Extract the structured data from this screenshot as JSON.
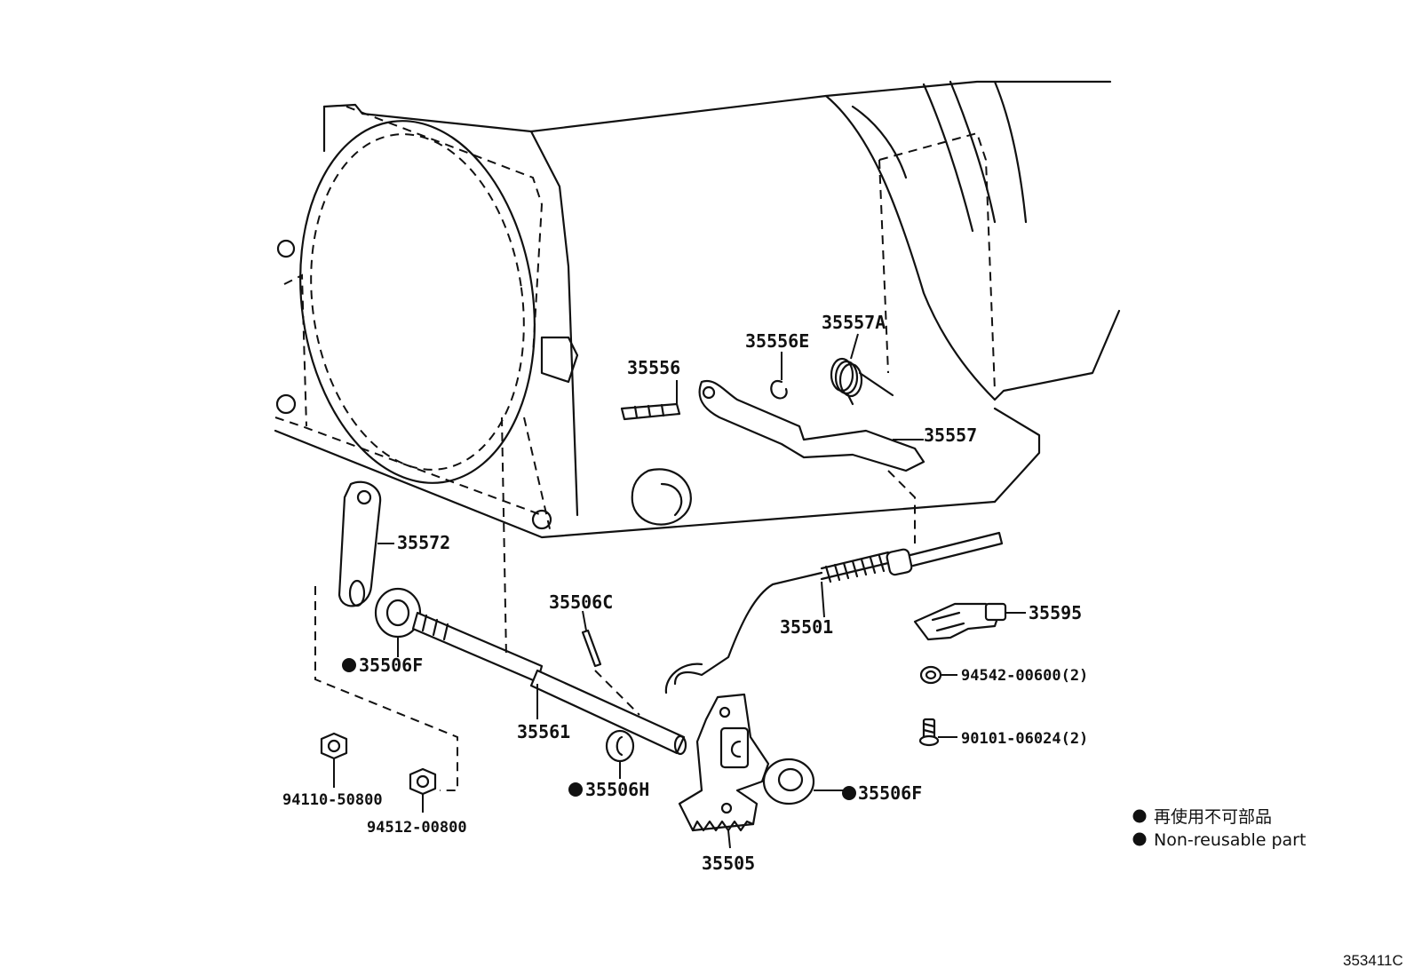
{
  "labels": {
    "p35556": "35556",
    "p35556E": "35556E",
    "p35557A": "35557A",
    "p35557": "35557",
    "p35572": "35572",
    "p35506C": "35506C",
    "p35501": "35501",
    "p35595": "35595",
    "p35506F_left": "35506F",
    "p35561": "35561",
    "p35506H": "35506H",
    "p35506F_right": "35506F",
    "p35505": "35505",
    "p94542": "94542-00600(2)",
    "p90101": "90101-06024(2)",
    "p94110": "94110-50800",
    "p94512": "94512-00800"
  },
  "legend": {
    "line1": "再使用不可部品",
    "line2": "Non-reusable part"
  },
  "figure_code": "353411C"
}
